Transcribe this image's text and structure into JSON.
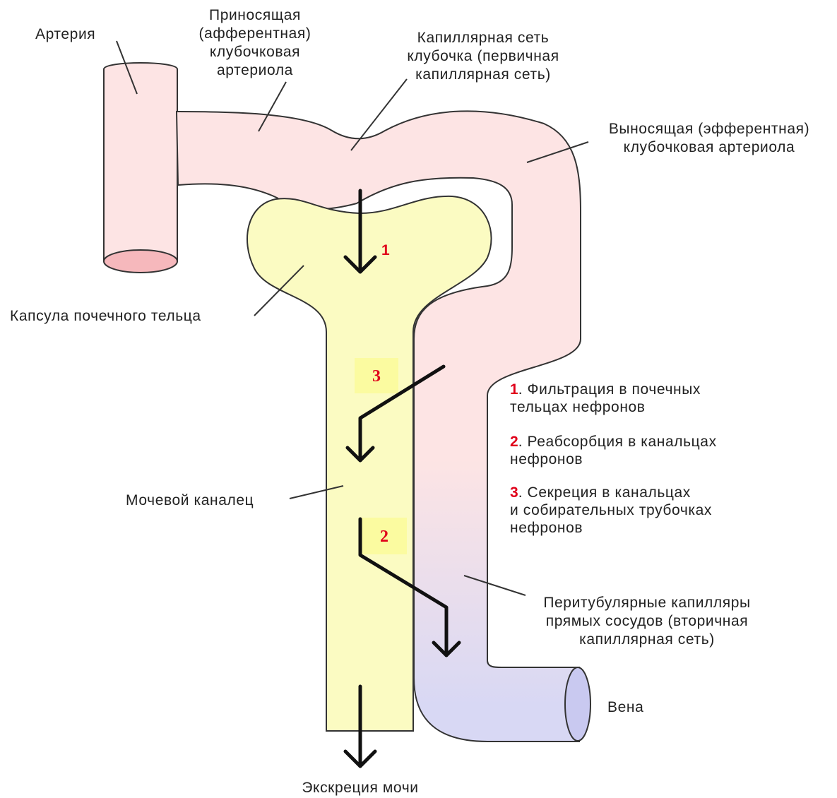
{
  "labels": {
    "artery": "Артерия",
    "afferent": [
      "Приносящая",
      "(афферентная)",
      "клубочковая",
      "артериола"
    ],
    "glomerulus": [
      "Капиллярная сеть",
      "клубочка (первичная",
      "капиллярная сеть)"
    ],
    "efferent": [
      "Выносящая (эфферентная)",
      "клубочковая артериола"
    ],
    "capsule": "Капсула почечного тельца",
    "tubule": "Мочевой каналец",
    "peritubular": [
      "Перитубулярные капилляры",
      "прямых сосудов (вторичная",
      "капиллярная сеть)"
    ],
    "vein": "Вена",
    "excretion": "Экскреция мочи"
  },
  "markers": {
    "filtration": "1",
    "secretion": "3",
    "reabsorption": "2"
  },
  "legend": [
    {
      "num": "1",
      "lines": [
        ". Фильтрация в почечных",
        "тельцах нефронов"
      ]
    },
    {
      "num": "2",
      "lines": [
        ". Реабсорбция в канальцах",
        "нефронов"
      ]
    },
    {
      "num": "3",
      "lines": [
        ". Секреция в канальцах",
        "и собирательных трубочках",
        "нефронов"
      ]
    }
  ],
  "colors": {
    "vessel_fill": "#fde4e4",
    "vein_fill": "#d8d8f4",
    "capsule_fill": "#fbfbc2",
    "marker_bg": "#fbfba0",
    "legend_number": "#e0001a",
    "outline": "#333333"
  }
}
